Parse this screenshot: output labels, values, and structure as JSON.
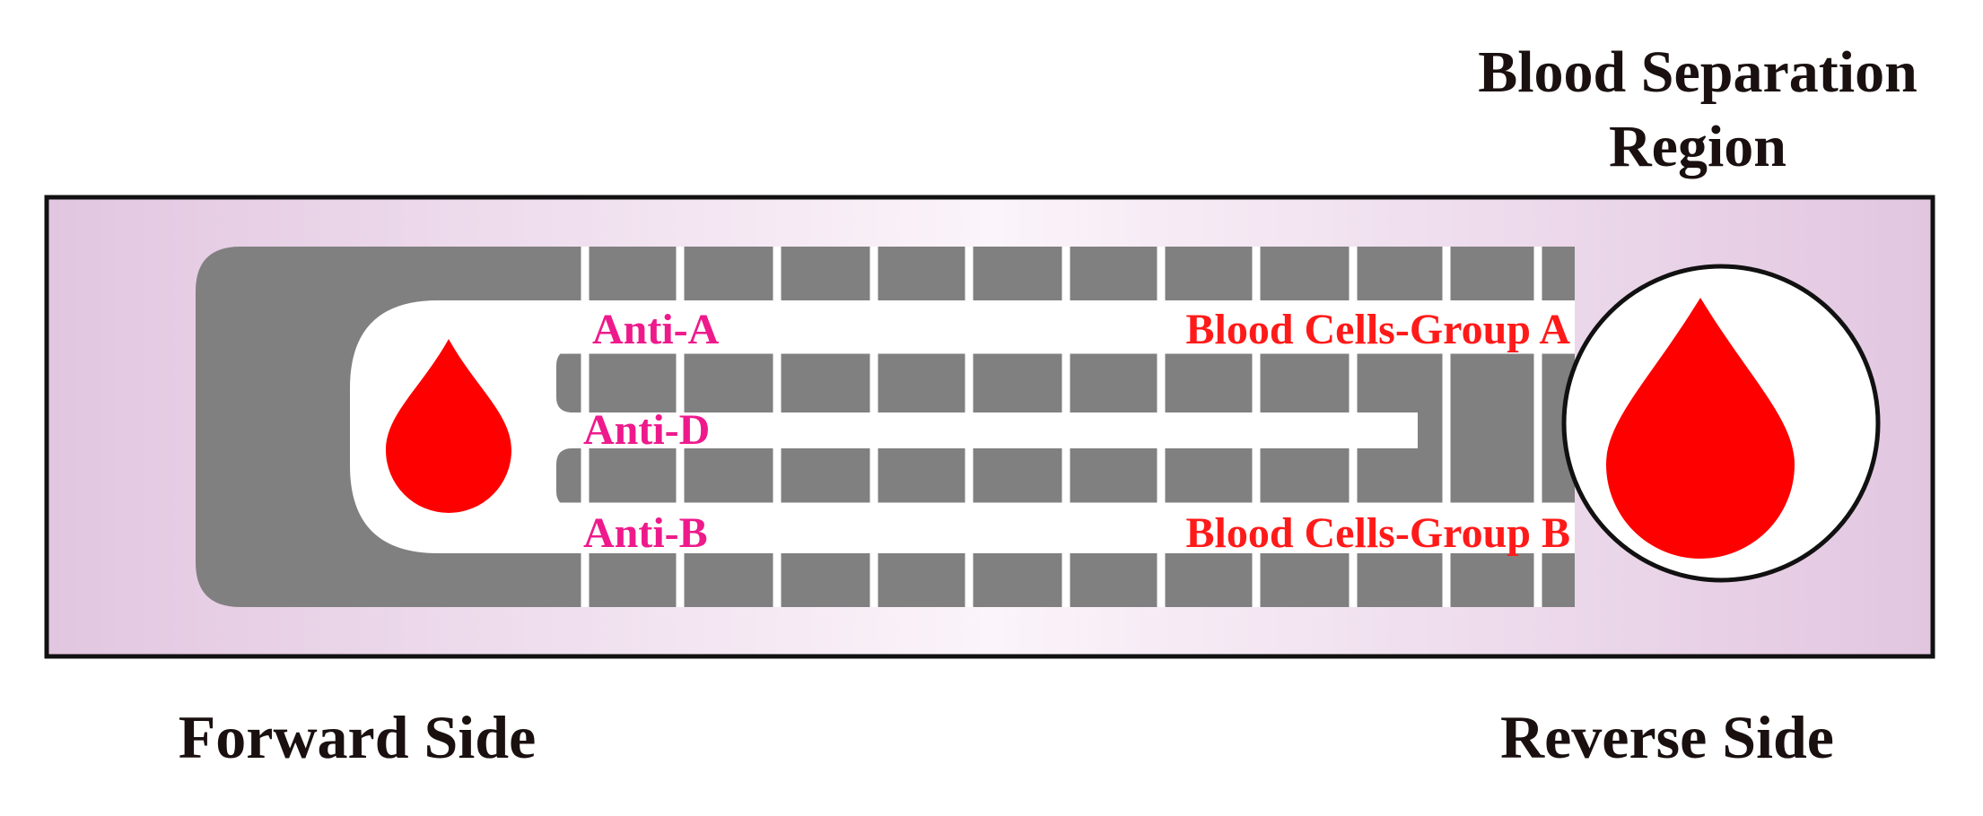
{
  "title": {
    "line1": "Blood Separation",
    "line2": "Region"
  },
  "labels": {
    "forward_side": "Forward Side",
    "reverse_side": "Reverse Side",
    "anti_a": "Anti-A",
    "anti_d": "Anti-D",
    "anti_b": "Anti-B",
    "cells_group_a": "Blood Cells-Group A",
    "cells_group_b": "Blood Cells-Group B"
  },
  "colors": {
    "card_gradient_edge": "#e2c6e0",
    "card_gradient_center": "#fbf4fa",
    "card_border": "#111111",
    "channel_gray": "#808080",
    "blood_red": "#ff0000",
    "anti_label": "#ee1a8c",
    "cells_label": "#ff1a1a",
    "title_text": "#1a1010"
  },
  "icons": {
    "sample_drop": "blood-drop-icon",
    "separation_drop": "blood-drop-icon"
  }
}
